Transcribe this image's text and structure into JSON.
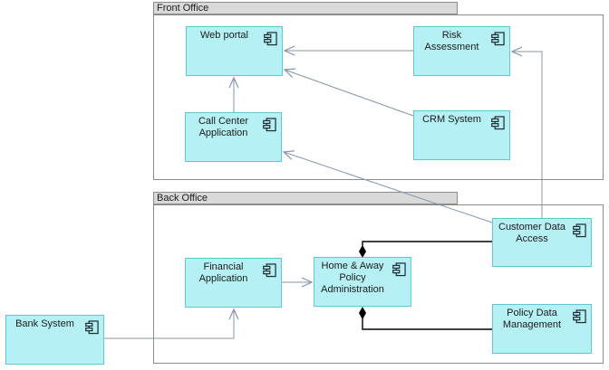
{
  "diagram": {
    "groups": {
      "front_office": {
        "label": "Front Office"
      },
      "back_office": {
        "label": "Back Office"
      }
    },
    "nodes": {
      "web_portal": {
        "label": "Web portal"
      },
      "risk_assessment": {
        "label": "Risk\nAssessment"
      },
      "call_center": {
        "label": "Call Center\nApplication"
      },
      "crm_system": {
        "label": "CRM System"
      },
      "customer_data_access": {
        "label": "Customer Data\nAccess"
      },
      "financial_application": {
        "label": "Financial\nApplication"
      },
      "home_away": {
        "label": "Home & Away\nPolicy\nAdministration"
      },
      "policy_data_management": {
        "label": "Policy Data\nManagement"
      },
      "bank_system": {
        "label": "Bank System"
      }
    },
    "connections": [
      {
        "from": "Risk Assessment",
        "to": "Web portal",
        "type": "open-arrow"
      },
      {
        "from": "CRM System",
        "to": "Web portal",
        "type": "open-arrow"
      },
      {
        "from": "Customer Data Access",
        "to": "Call Center Application",
        "type": "open-arrow"
      },
      {
        "from": "Customer Data Access",
        "to": "Risk Assessment",
        "type": "open-arrow"
      },
      {
        "from": "Call Center Application",
        "to": "Web portal",
        "type": "open-arrow"
      },
      {
        "from": "Financial Application",
        "to": "Home & Away Policy Administration",
        "type": "open-arrow"
      },
      {
        "from": "Bank System",
        "to": "Financial Application",
        "type": "open-arrow"
      },
      {
        "from": "Customer Data Access",
        "to": "Home & Away Policy Administration",
        "type": "composition-diamond"
      },
      {
        "from": "Policy Data Management",
        "to": "Home & Away Policy Administration",
        "type": "composition-diamond"
      }
    ],
    "colors": {
      "component-fill": "#b5f1f4",
      "component-border": "#5fc9d3",
      "group-tab-fill": "#d9d9d9",
      "group-border": "#8c8c8c",
      "flow-line": "#8494aa",
      "composition-line": "#000000",
      "text-color": "#1b1b1b",
      "bg": "#ffffff"
    }
  }
}
